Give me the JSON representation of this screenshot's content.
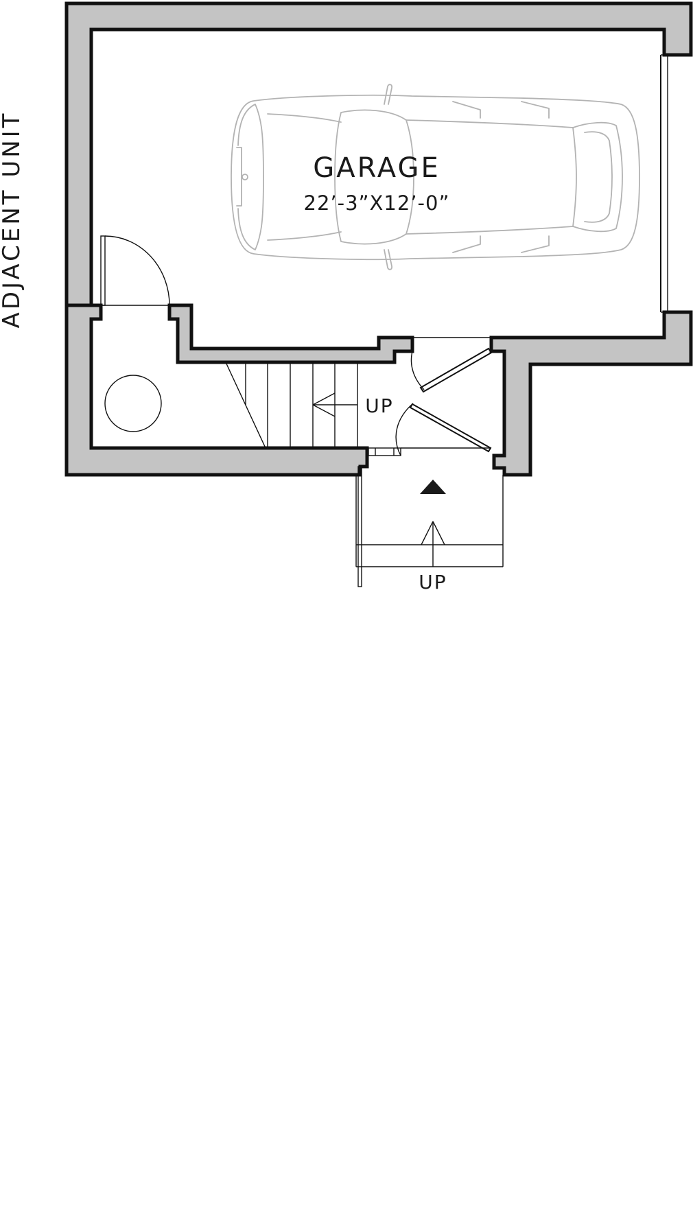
{
  "garage": {
    "name": "GARAGE",
    "dimensions": "22’-3”X12’-0”"
  },
  "stairs": {
    "label": "UP"
  },
  "entry_steps": {
    "label": "UP"
  },
  "side_label": "ADJACENT UNIT",
  "colors": {
    "wall_fill": "#c4c4c4",
    "line": "#111111",
    "car_outline": "#b3b3b3"
  },
  "icons": [
    "car-top-view-icon",
    "entry-arrow-icon",
    "water-heater-icon",
    "direction-arrow-icon"
  ]
}
